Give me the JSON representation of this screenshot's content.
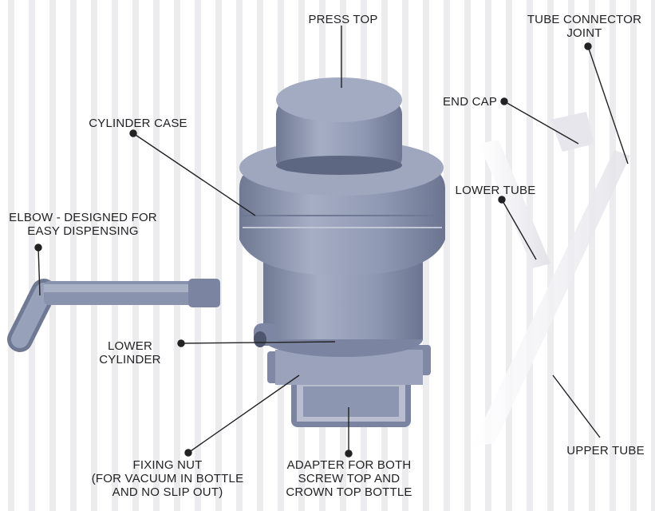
{
  "labels": {
    "press_top": "PRESS TOP",
    "tube_connector_joint": "TUBE CONNECTOR\nJOINT",
    "end_cap": "END CAP",
    "cylinder_case": "CYLINDER CASE",
    "lower_tube": "LOWER TUBE",
    "elbow": "ELBOW - DESIGNED FOR\nEASY DISPENSING",
    "lower_cylinder": "LOWER\nCYLINDER",
    "upper_tube": "UPPER TUBE",
    "fixing_nut": "FIXING NUT\n(FOR VACUUM IN BOTTLE\nAND NO SLIP OUT)",
    "adapter": "ADAPTER FOR BOTH\nSCREW TOP AND\nCROWN TOP BOTTLE"
  },
  "colors": {
    "background": "#ffffff",
    "pump_body": "#8e98b3",
    "pump_shadow": "#6b7591",
    "pump_highlight": "#b4bcd2",
    "tube": "#f4f4f6",
    "leader_line": "#222222"
  }
}
